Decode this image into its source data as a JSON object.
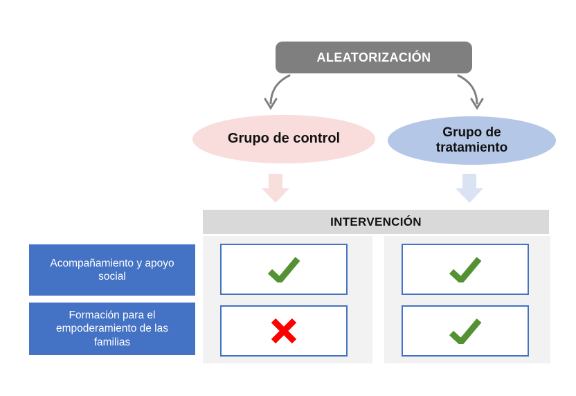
{
  "title_box": {
    "label": "ALEATORIZACIÓN",
    "bg": "#7F7F7F"
  },
  "groups": {
    "control": {
      "label": "Grupo de control",
      "fill": "#F9DCDC",
      "arrow_fill": "#F9DEDE"
    },
    "treatment": {
      "label": "Grupo de\ntratamiento",
      "fill": "#B4C7E7",
      "arrow_fill": "#DAE3F3"
    }
  },
  "intervention": {
    "header": "INTERVENCIÓN",
    "header_bg": "#D9D9D9",
    "column_bg": "#F2F2F2",
    "row_label_bg": "#4472C4",
    "cell_border": "#4472C4",
    "check_color": "#549133",
    "cross_color": "#FF0000",
    "rows": [
      {
        "label": "Acompañamiento y apoyo\nsocial",
        "cells": {
          "control": "check",
          "treatment": "check"
        }
      },
      {
        "label": "Formación para el\nempoderamiento de las\nfamilias",
        "cells": {
          "control": "cross",
          "treatment": "check"
        }
      }
    ]
  },
  "connector_color": "#808080"
}
